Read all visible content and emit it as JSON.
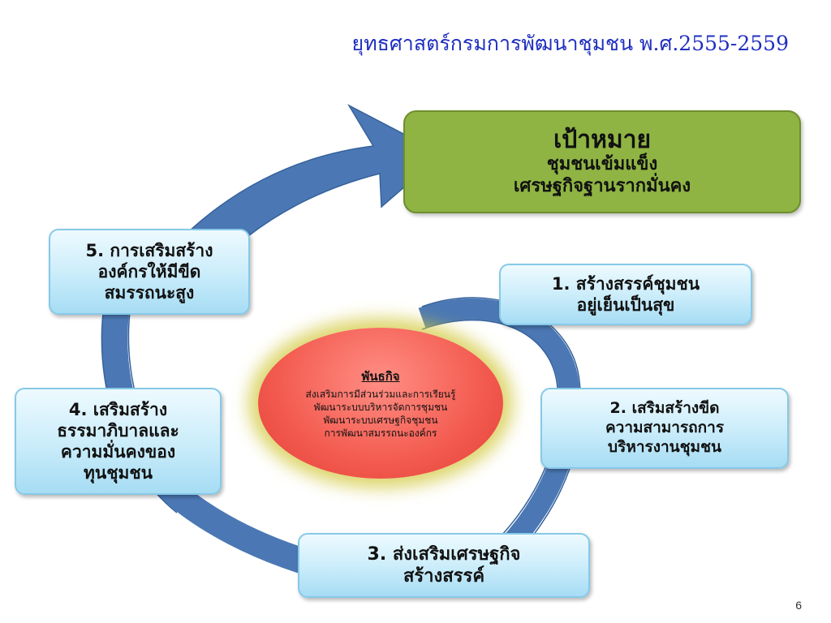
{
  "title": "ยุทธศาสตร์กรมการพัฒนาชุมชน พ.ศ.2555-2559",
  "goal": {
    "heading": "เป้าหมาย",
    "lines": [
      "ชุมชนเข้มแข็ง",
      "เศรษฐกิจฐานรากมั่นคง"
    ]
  },
  "mission": {
    "heading": "พันธกิจ",
    "lines": [
      "ส่งเสริมการมีส่วนร่วมและการเรียนรู้",
      "พัฒนาระบบบริหารจัดการชุมชน",
      "พัฒนาระบบเศรษฐกิจชุมชน",
      "การพัฒนาสมรรถนะองค์กร"
    ]
  },
  "strategies": [
    {
      "lines": [
        "1. สร้างสรรค์ชุมชน",
        "อยู่เย็นเป็นสุข"
      ]
    },
    {
      "lines": [
        "2. เสริมสร้างขีด",
        "ความสามารถการ",
        "บริหารงานชุมชน"
      ]
    },
    {
      "lines": [
        "3. ส่งเสริมเศรษฐกิจ",
        "สร้างสรรค์"
      ]
    },
    {
      "lines": [
        "4. เสริมสร้าง",
        "ธรรมาภิบาลและ",
        "ความมั่นคงของ",
        "ทุนชุมชน"
      ]
    },
    {
      "lines": [
        "5. การเสริมสร้าง",
        "องค์กรให้มีขีด",
        "สมรรถนะสูง"
      ]
    }
  ],
  "colors": {
    "arrow": "#4b78b4",
    "goal_fill": "#8fb443",
    "mission_fill": "#f35a4f",
    "mission_glow": "#d2c83c",
    "step_fill": "#c9ecfa",
    "title": "#1f2fbf"
  },
  "page_number": "6"
}
